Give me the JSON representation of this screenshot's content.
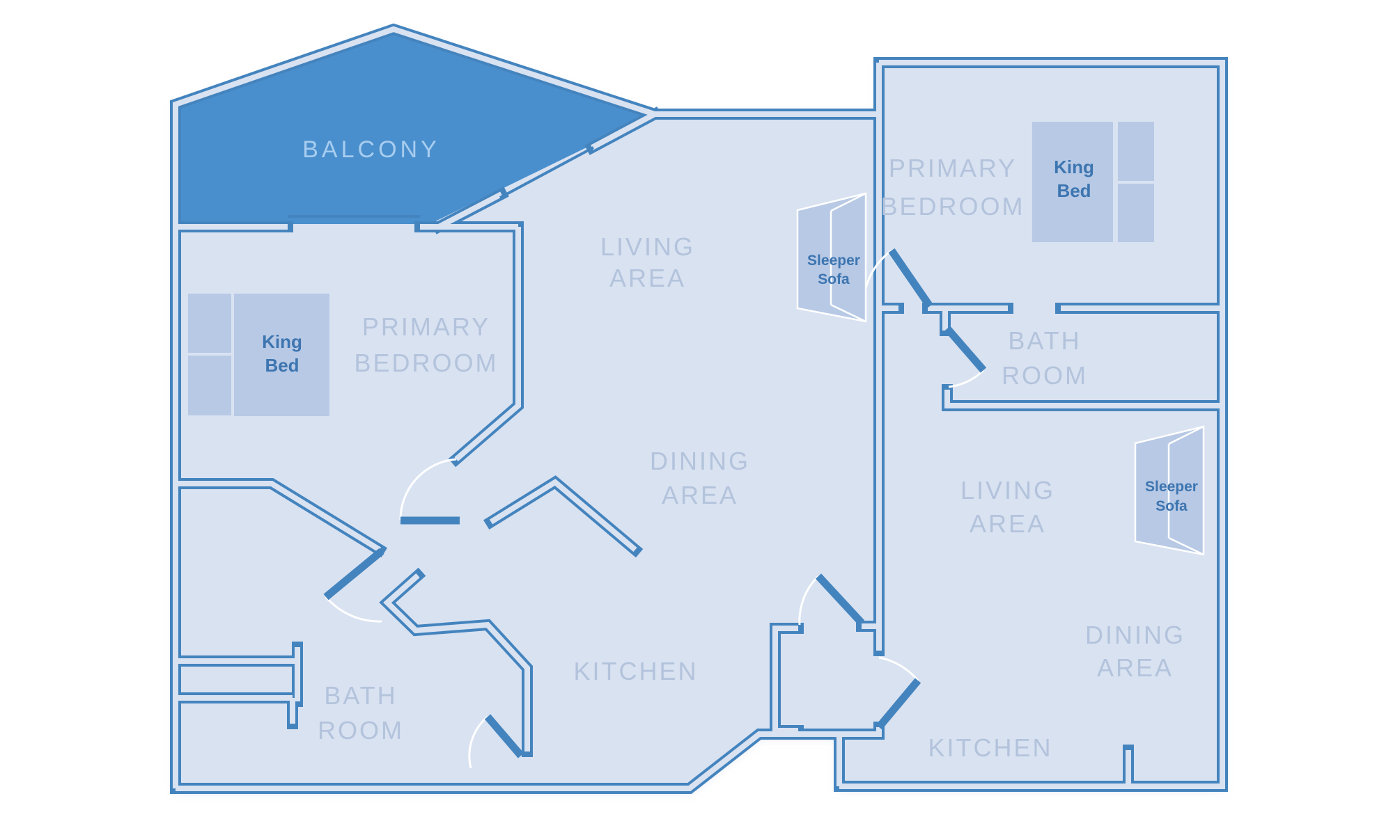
{
  "colors": {
    "floor": "#d9e2f1",
    "wall": "#4484be",
    "balcony": "#4a8fcd",
    "furniture": "#b7c9e5",
    "furniture_text": "#3d75b0",
    "label": "#b3c3dc",
    "balcony_label": "#a8cdef",
    "arc": "#ffffff"
  },
  "balcony": {
    "label": "BALCONY"
  },
  "left_unit": {
    "primary_bedroom": [
      "PRIMARY",
      "BEDROOM"
    ],
    "king_bed": [
      "King",
      "Bed"
    ],
    "living_area": [
      "LIVING",
      "AREA"
    ],
    "dining_area": [
      "DINING",
      "AREA"
    ],
    "kitchen": [
      "KITCHEN"
    ],
    "bath_room": [
      "BATH",
      "ROOM"
    ],
    "sleeper_sofa": [
      "Sleeper",
      "Sofa"
    ]
  },
  "right_unit": {
    "primary_bedroom": [
      "PRIMARY",
      "BEDROOM"
    ],
    "king_bed": [
      "King",
      "Bed"
    ],
    "living_area": [
      "LIVING",
      "AREA"
    ],
    "dining_area": [
      "DINING",
      "AREA"
    ],
    "kitchen": [
      "KITCHEN"
    ],
    "bath_room": [
      "BATH",
      "ROOM"
    ],
    "sleeper_sofa": [
      "Sleeper",
      "Sofa"
    ]
  }
}
